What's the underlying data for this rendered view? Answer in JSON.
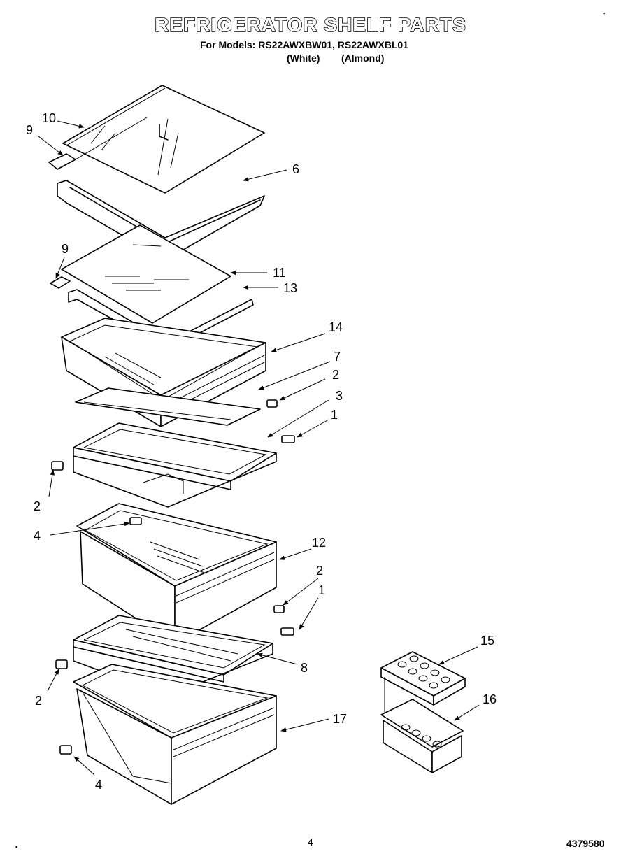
{
  "header": {
    "title": "REFRIGERATOR SHELF PARTS",
    "models_line": "For Models: RS22AWXBW01, RS22AWXBL01",
    "color_white": "(White)",
    "color_almond": "(Almond)"
  },
  "footer": {
    "page_number": "4",
    "document_number": "4379580"
  },
  "corner_marks": {
    "top_right": "▪",
    "bottom_left": "▪"
  },
  "callouts": {
    "c10": "10",
    "c9a": "9",
    "c6": "6",
    "c9b": "9",
    "c11": "11",
    "c13": "13",
    "c14": "14",
    "c7": "7",
    "c2a": "2",
    "c3": "3",
    "c1a": "1",
    "c2b": "2",
    "c4a": "4",
    "c12": "12",
    "c2c": "2",
    "c1b": "1",
    "c15": "15",
    "c16": "16",
    "c8": "8",
    "c2d": "2",
    "c17": "17",
    "c4b": "4"
  }
}
